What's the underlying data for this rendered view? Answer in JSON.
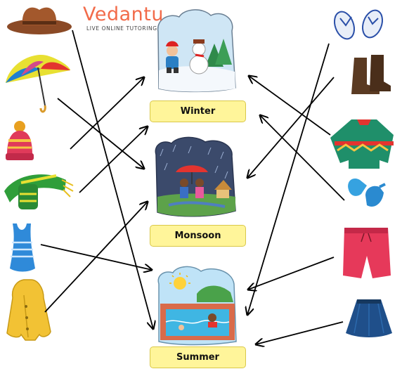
{
  "brand": {
    "logo_text": "Vedantu",
    "tagline": "LIVE ONLINE TUTORING",
    "color": "#f26b4a"
  },
  "seasons": [
    {
      "id": "winter",
      "label": "Winter"
    },
    {
      "id": "monsoon",
      "label": "Monsoon"
    },
    {
      "id": "summer",
      "label": "Summer"
    }
  ],
  "left_items": [
    {
      "id": "hat",
      "icon": "cowboy-hat-icon",
      "season": "summer"
    },
    {
      "id": "umbrella",
      "icon": "umbrella-icon",
      "season": "monsoon"
    },
    {
      "id": "woolen-cap",
      "icon": "woolen-cap-icon",
      "season": "winter"
    },
    {
      "id": "muffler",
      "icon": "muffler-icon",
      "season": "winter"
    },
    {
      "id": "swimsuit",
      "icon": "swimsuit-icon",
      "season": "summer"
    },
    {
      "id": "raincoat",
      "icon": "raincoat-icon",
      "season": "monsoon"
    }
  ],
  "right_items": [
    {
      "id": "flip-flops",
      "icon": "flip-flops-icon",
      "season": "summer"
    },
    {
      "id": "gumboots",
      "icon": "gumboots-icon",
      "season": "monsoon"
    },
    {
      "id": "sweater",
      "icon": "sweater-icon",
      "season": "winter"
    },
    {
      "id": "gloves",
      "icon": "gloves-icon",
      "season": "winter"
    },
    {
      "id": "shorts",
      "icon": "shorts-icon",
      "season": "summer"
    },
    {
      "id": "skirt",
      "icon": "skirt-icon",
      "season": "summer"
    }
  ],
  "colors": {
    "winter_sky": "#cfe6f5",
    "monsoon_sky": "#3b4a6b",
    "summer_sky": "#bfe3f7",
    "label_fill": "#fff59a",
    "arrow": "#000000"
  }
}
